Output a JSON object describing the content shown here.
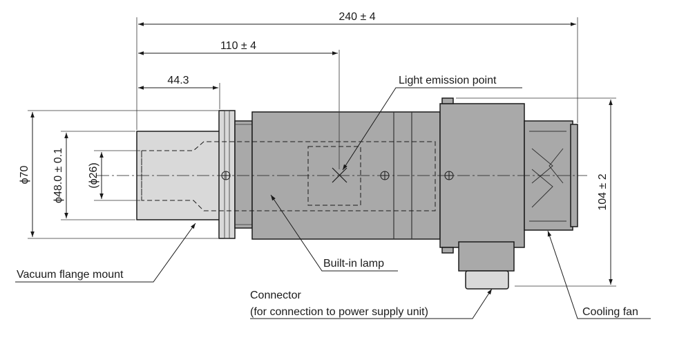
{
  "dimensions": {
    "overall_length": "240 ± 4",
    "emission_offset": "110 ± 4",
    "flange_length": "44.3",
    "flange_diameter": "ϕ70",
    "tube_diameter": "ϕ48.0 ± 0.1",
    "bore_diameter": "(ϕ26)",
    "height": "104 ± 2"
  },
  "labels": {
    "light_emission_point": "Light emission point",
    "vacuum_flange_mount": "Vacuum flange mount",
    "built_in_lamp": "Built-in lamp",
    "connector_line1": "Connector",
    "connector_line2": "(for connection to power supply unit)",
    "cooling_fan": "Cooling fan"
  },
  "colors": {
    "body": "#a9a9a9",
    "flange": "#d9d9d9",
    "line": "#1a1a1a"
  }
}
